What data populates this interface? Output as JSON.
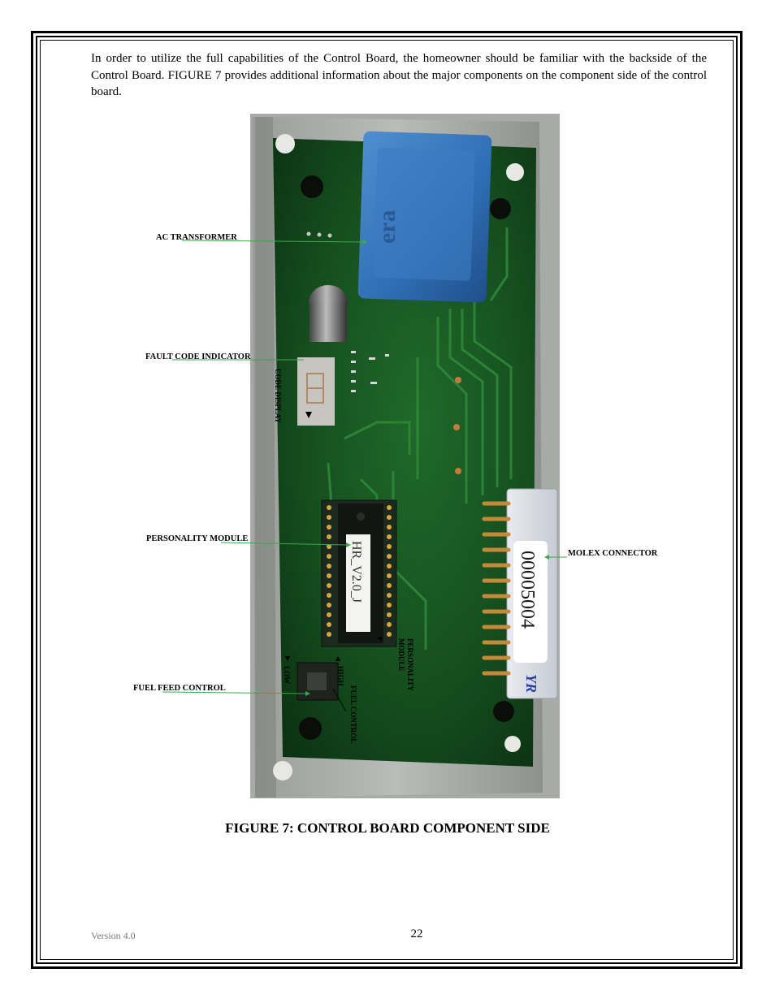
{
  "intro_text": "In order to utilize the full capabilities of the Control Board, the homeowner should be familiar with the backside of the Control Board.  FIGURE 7 provides additional information about the major components on the component side of the control board.",
  "figure": {
    "caption": "FIGURE 7:  CONTROL BOARD COMPONENT SIDE",
    "labels": {
      "ac_transformer": "AC TRANSFORMER",
      "fault_code_indicator": "FAULT CODE INDICATOR",
      "personality_module": "PERSONALITY MODULE",
      "molex_connector": "MOLEX CONNECTOR",
      "fuel_feed_control": "FUEL FEED CONTROL",
      "code_display": "CODE DISPLAY",
      "low": "LOW",
      "high": "HIGH",
      "fuel_control": "FUEL CONTROL",
      "personality_module_vertical_1": "PERSONALITY",
      "personality_module_vertical_2": "MODULE"
    },
    "chip_label": "HR_V2.0_J",
    "connector_sticker": "00005004",
    "connector_mark": "YR",
    "transformer_mark": "era"
  },
  "footer": {
    "version": "Version 4.0",
    "page_number": "22"
  }
}
